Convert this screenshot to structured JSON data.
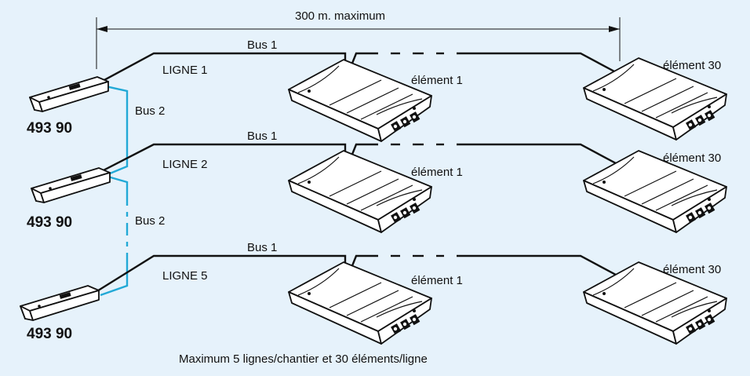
{
  "dimension_label": "300 m. maximum",
  "footer_note": "Maximum 5 lignes/chantier et 30 éléments/ligne",
  "interface_ref": "493 90",
  "bus1_label": "Bus 1",
  "bus2_label": "Bus 2",
  "first_element_label": "élément 1",
  "last_element_label": "élément 30",
  "lines": [
    {
      "name": "LIGNE 1"
    },
    {
      "name": "LIGNE 2"
    },
    {
      "name": "LIGNE 5"
    }
  ],
  "colors": {
    "background": "#e6f2fb",
    "bus2_wire": "#22a9d6",
    "bus1_wire": "#111111"
  }
}
